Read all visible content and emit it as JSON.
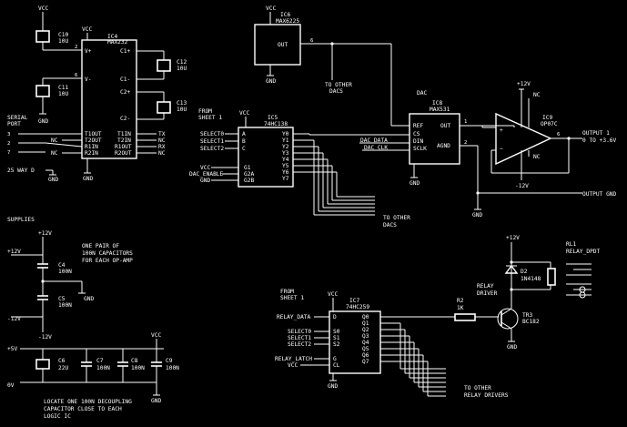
{
  "labels": {
    "vcc": "VCC",
    "gnd": "GND",
    "c10": "C10",
    "c10v": "10U",
    "c11": "C11",
    "c11v": "10U",
    "c12": "C12",
    "c12v": "10U",
    "c13": "C13",
    "c13v": "10U",
    "ic4": "IC4",
    "ic4p": "MAX232",
    "ic4_vp": "V+",
    "ic4_vm": "V-",
    "ic4_c1p": "C1+",
    "ic4_c1m": "C1-",
    "ic4_c2p": "C2+",
    "ic4_c2m": "C2-",
    "ic4_t1out": "T1OUT",
    "ic4_t2out": "T2OUT",
    "ic4_r1in": "R1IN",
    "ic4_r2in": "R2IN",
    "ic4_t1in": "T1IN",
    "ic4_t2in": "T2IN",
    "ic4_r1out": "R1OUT",
    "ic4_r2out": "R2OUT",
    "tx": "TX",
    "rx": "RX",
    "nc": "NC",
    "serial1": "SERIAL",
    "serial2": "PORT",
    "way9": "25 WAY D",
    "ic6": "IC6",
    "ic6p": "MAX6225",
    "out": "OUT",
    "to_other_dacs": "TO OTHER",
    "dacs": "DACS",
    "ic8": "IC8",
    "ic8p": "MAX531",
    "dac": "DAC",
    "ref": "REF",
    "cs": "CS",
    "din": "DIN",
    "sclk": "SCLK",
    "agnd": "AGND",
    "dac_data": "DAC_DATA",
    "dac_clk": "DAC_CLK",
    "ic9": "IC9",
    "ic9p": "OP07C",
    "p12": "+12V",
    "m12": "-12V",
    "output1": "OUTPUT 1",
    "range": "0 TO +3.6V",
    "output_gnd": "OUTPUT GND",
    "from_sheet1": "FROM",
    "sheet1": "SHEET 1",
    "ic5": "IC5",
    "ic5p": "74HC138",
    "select0": "SELECT0",
    "select1": "SELECT1",
    "select2": "SELECT2",
    "dac_enable": "DAC_ENABLE",
    "vcc_in": "VCC",
    "gnd_in": "GND",
    "supplies": "SUPPLIES",
    "p12s": "+12V",
    "m12s": "-12V",
    "pair_note1": "ONE PAIR OF",
    "pair_note2": "100N CAPACITORS",
    "pair_note3": "FOR EACH OP-AMP",
    "c4": "C4",
    "c4v": "100N",
    "c5": "C5",
    "c5v": "100N",
    "p5v": "+5V",
    "c6": "C6",
    "c6v": "22U",
    "c7": "C7",
    "c7v": "100N",
    "c8": "C8",
    "c8v": "100N",
    "c9": "C9",
    "c9v": "100N",
    "decoup1": "LOCATE ONE 100N DECOUPLING",
    "decoup2": "CAPACITOR CLOSE TO EACH",
    "decoup3": "LOGIC IC",
    "ic7": "IC7",
    "ic7p": "74HC259",
    "relay_data": "RELAY_DATA",
    "relay_latch": "RELAY_LATCH",
    "to_other_relay": "TO OTHER",
    "relay_drivers": "RELAY DRIVERS",
    "r2": "R2",
    "r2v": "1K",
    "relay_driver1": "RELAY",
    "relay_driver2": "DRIVER",
    "rl1": "RL1",
    "rl1p": "RELAY_DPDT",
    "d2": "D2",
    "d2p": "1N4148",
    "tr3": "TR3",
    "tr3p": "BC182",
    "p12r": "+12V"
  }
}
